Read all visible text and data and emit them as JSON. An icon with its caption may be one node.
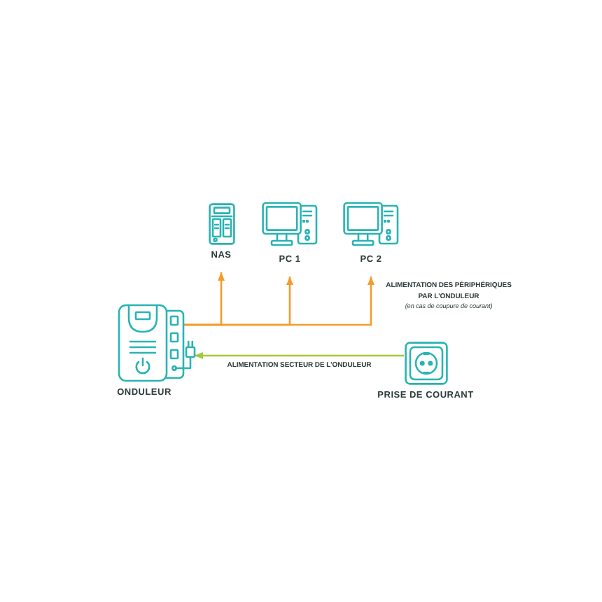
{
  "diagram": {
    "nodes": [
      {
        "text": [
          "NAS"
        ]
      },
      {
        "text": [
          "PC 1"
        ]
      },
      {
        "text": [
          "PC 2"
        ]
      },
      {
        "text": [
          "ONDULEUR"
        ]
      },
      {
        "text": [
          "PRISE DE COURANT"
        ]
      }
    ],
    "edges": [
      {
        "from": 3,
        "to": 0,
        "arrow": "to"
      },
      {
        "from": 3,
        "to": 1,
        "arrow": "to"
      },
      {
        "from": 3,
        "to": 2,
        "arrow": "to"
      },
      {
        "from": 4,
        "to": 3,
        "arrow": "to",
        "label": "ALIMENTATION SECTEUR DE L'ONDULEUR",
        "color": "#a5c73b"
      }
    ],
    "labels": [
      "ALIMENTATION DES PÉRIPHÉRIQUES PAR L'ONDULEUR",
      "(en cas de coupure de courant)"
    ]
  }
}
